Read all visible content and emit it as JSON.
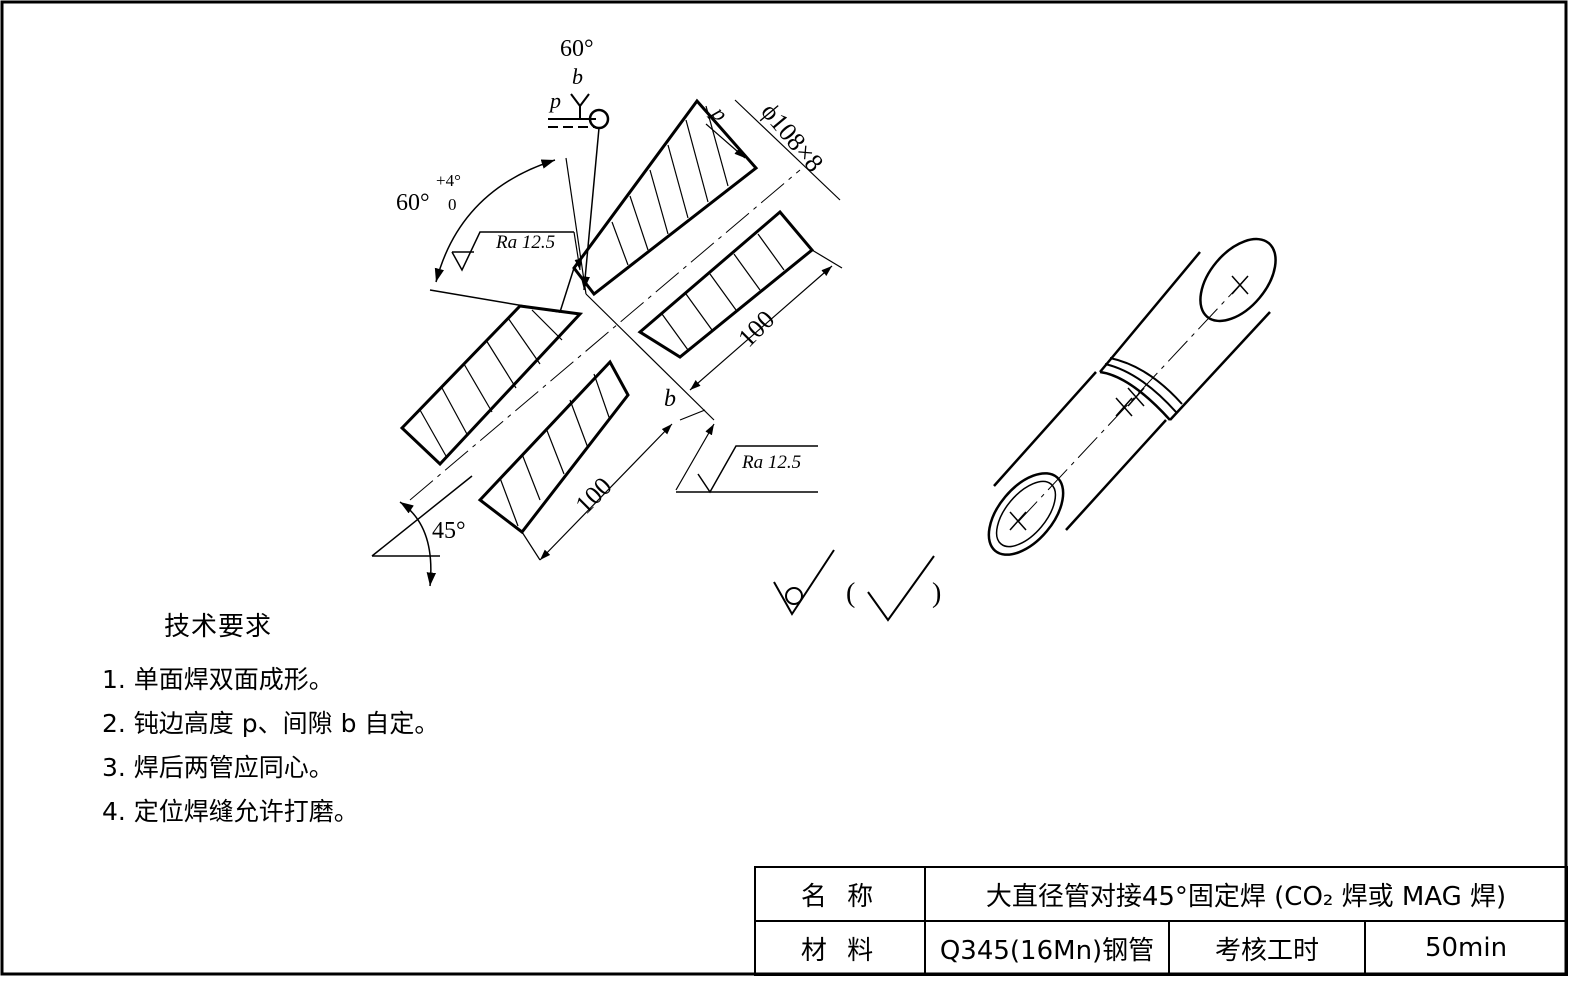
{
  "drawing": {
    "groove_angle_top": "60°",
    "weld_symbol_b": "b",
    "weld_symbol_p": "p",
    "bevel_angle": "60°",
    "bevel_tol_upper": "+4°",
    "bevel_tol_lower": "0",
    "roughness_left": "Ra 12.5",
    "roughness_right": "Ra 12.5",
    "dim_p": "p",
    "dim_pipe": "ϕ108×8",
    "dim_length_right": "100",
    "dim_gap_b": "b",
    "dim_length_left": "100",
    "tilt_angle": "45°",
    "surface_note_open": "(",
    "surface_note_close": ")"
  },
  "requirements": {
    "title": "技术要求",
    "items": [
      "1. 单面焊双面成形。",
      "2. 钝边高度 p、间隙 b 自定。",
      "3. 焊后两管应同心。",
      "4. 定位焊缝允许打磨。"
    ]
  },
  "title_block": {
    "name_label": "名 称",
    "name_value": "大直径管对接45°固定焊 (CO₂ 焊或 MAG 焊)",
    "material_label": "材 料",
    "material_value": "Q345(16Mn)钢管",
    "time_label": "考核工时",
    "time_value": "50min"
  }
}
